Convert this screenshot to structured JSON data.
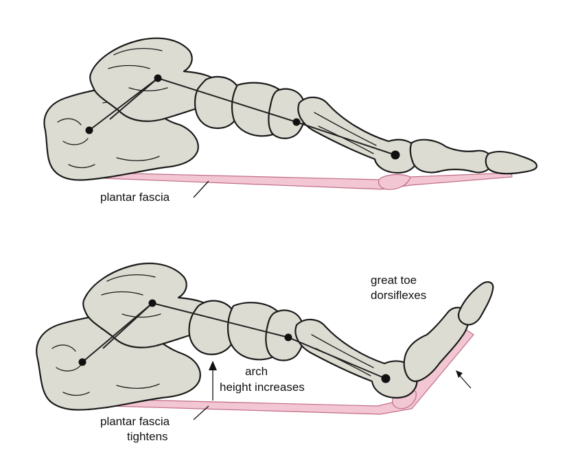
{
  "panels": {
    "neutral": {
      "fascia_label": "plantar fascia"
    },
    "dorsiflexed": {
      "toe_label_line1": "great toe",
      "toe_label_line2": "dorsiflexes",
      "arch_label_line1": "arch",
      "arch_label_line2": "height increases",
      "fascia_label_line1": "plantar fascia",
      "fascia_label_line2": "tightens"
    }
  },
  "colors": {
    "bone_fill": "#dcdcd2",
    "bone_outline": "#1a1a1a",
    "fascia": "#f2c6d3",
    "fascia_edge": "#c06b86",
    "axis_line": "#222222"
  }
}
